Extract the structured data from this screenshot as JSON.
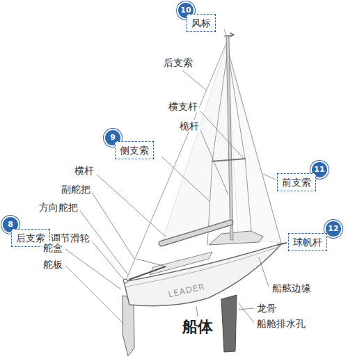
{
  "diagram": {
    "nodes": [
      {
        "text": [
          "10"
        ]
      },
      {
        "text": [
          "风标"
        ]
      },
      {
        "text": [
          "9"
        ]
      },
      {
        "text": [
          "侧支索"
        ]
      },
      {
        "text": [
          "11"
        ]
      },
      {
        "text": [
          "前支索"
        ]
      },
      {
        "text": [
          "8"
        ]
      },
      {
        "text": [
          "后支索",
          "调节滑轮"
        ]
      },
      {
        "text": [
          "12"
        ]
      },
      {
        "text": [
          "球帆杆"
        ]
      }
    ],
    "labels": [
      "后支索",
      "横支杆",
      "桅杆",
      "横杆",
      "副舵把",
      "方向舵把",
      "舵盒",
      "舵板",
      "LEADER",
      "船舷边缘",
      "龙骨",
      "船舱排水孔",
      "船体"
    ]
  }
}
